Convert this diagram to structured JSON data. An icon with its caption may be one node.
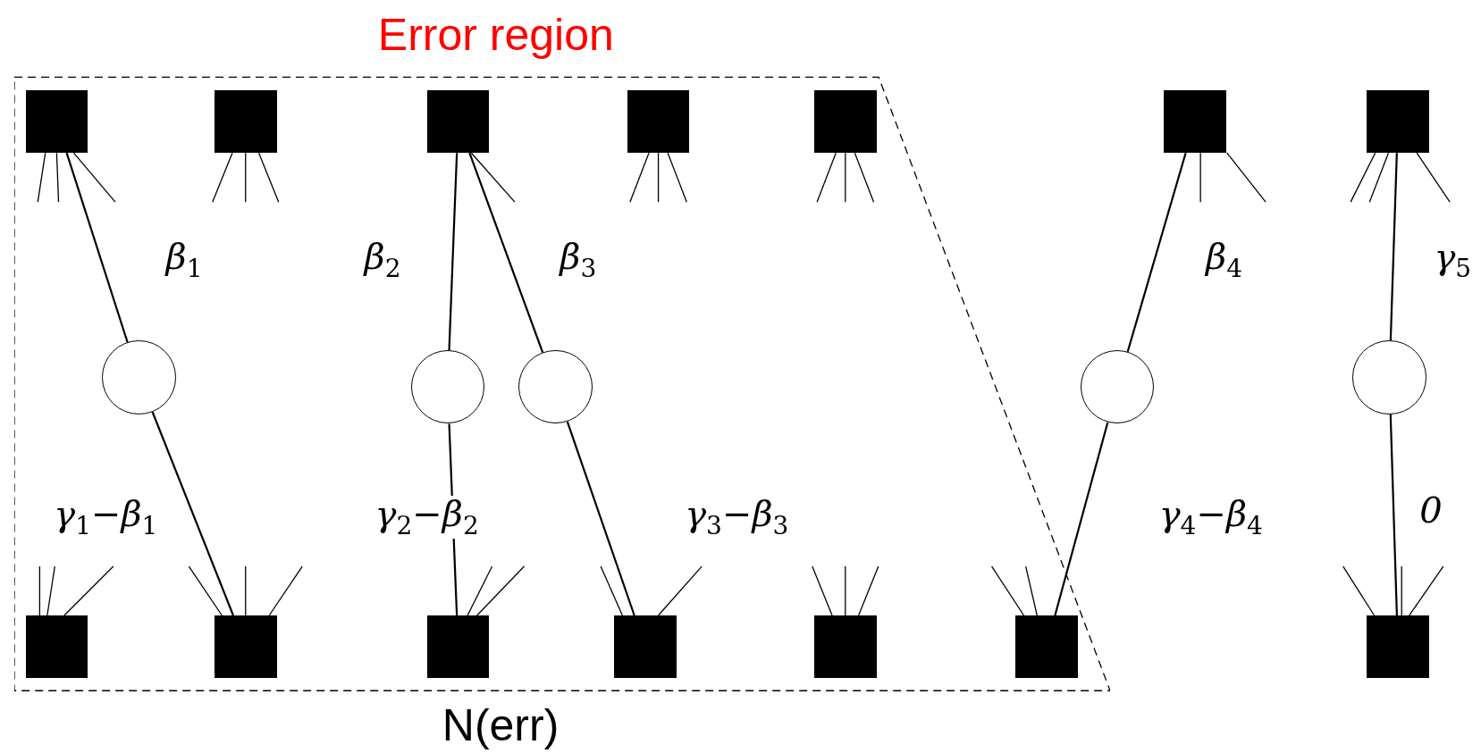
{
  "diagram": {
    "nodes": [
      {
        "text": [
          "Error region",
          "N(err)"
        ]
      },
      {
        "text": [],
        "shape": "box",
        "in": 0
      },
      {
        "text": [],
        "shape": "box",
        "in": 0
      },
      {
        "text": [],
        "shape": "box",
        "in": 0
      },
      {
        "text": [],
        "shape": "box",
        "in": 0
      },
      {
        "text": [],
        "shape": "box",
        "in": 0
      },
      {
        "text": [],
        "shape": "box"
      },
      {
        "text": [],
        "shape": "box"
      },
      {
        "text": [],
        "shape": "circle",
        "in": 0
      },
      {
        "text": [],
        "shape": "circle",
        "in": 0
      },
      {
        "text": [],
        "shape": "circle",
        "in": 0
      },
      {
        "text": [],
        "shape": "circle"
      },
      {
        "text": [],
        "shape": "circle"
      },
      {
        "text": [],
        "shape": "box",
        "in": 0
      },
      {
        "text": [],
        "shape": "box",
        "in": 0
      },
      {
        "text": [],
        "shape": "box",
        "in": 0
      },
      {
        "text": [],
        "shape": "box",
        "in": 0
      },
      {
        "text": [],
        "shape": "box",
        "in": 0
      },
      {
        "text": [],
        "shape": "box",
        "in": 0
      },
      {
        "text": [],
        "shape": "box"
      }
    ],
    "edges": [
      {
        "from": 1,
        "to": 8,
        "arrow": "none",
        "label": "β$_{1}$"
      },
      {
        "from": 8,
        "to": 14,
        "arrow": "none",
        "label": "γ$_{1}$−β$_{1}$"
      },
      {
        "from": 3,
        "to": 9,
        "arrow": "none",
        "label": "β$_{2}$"
      },
      {
        "from": 9,
        "to": 15,
        "arrow": "none",
        "label": "γ$_{2}$−β$_{2}$"
      },
      {
        "from": 3,
        "to": 10,
        "arrow": "none",
        "label": "β$_{3}$"
      },
      {
        "from": 10,
        "to": 16,
        "arrow": "none",
        "label": "γ$_{3}$−β$_{3}$"
      },
      {
        "from": 6,
        "to": 11,
        "arrow": "none",
        "label": "β$_{4}$"
      },
      {
        "from": 11,
        "to": 18,
        "arrow": "none",
        "label": "γ$_{4}$−β$_{4}$"
      },
      {
        "from": 7,
        "to": 12,
        "arrow": "none",
        "label": "γ$_{5}$"
      },
      {
        "from": 12,
        "to": 19,
        "arrow": "none",
        "label": "0"
      }
    ]
  }
}
